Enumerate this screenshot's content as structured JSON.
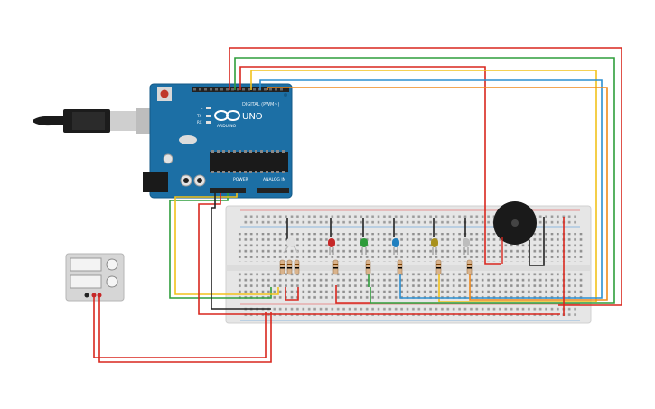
{
  "arduino": {
    "brand": "ARDUINO",
    "model": "UNO",
    "digital_label": "DIGITAL (PWM~)",
    "power_label": "POWER",
    "analog_label": "ANALOG IN",
    "tx_label": "TX",
    "rx_label": "RX",
    "l_label": "L"
  },
  "leds": [
    {
      "name": "rgb",
      "color": "#cfcfcf"
    },
    {
      "name": "red",
      "color": "#c62828"
    },
    {
      "name": "green",
      "color": "#2e9b3a"
    },
    {
      "name": "blue",
      "color": "#1f7fbf"
    },
    {
      "name": "yellow",
      "color": "#a8901c"
    },
    {
      "name": "white",
      "color": "#bdbdbd"
    }
  ],
  "wire_colors": {
    "red": "#d9271e",
    "green": "#2f9e3b",
    "yellow": "#f2c21b",
    "blue": "#2b8fd1",
    "orange": "#f08a1c",
    "black": "#222222"
  },
  "components": {
    "usb_cable": "usb-plug-icon",
    "buzzer": "piezo-buzzer-icon",
    "power_supply": "power-supply-icon"
  }
}
